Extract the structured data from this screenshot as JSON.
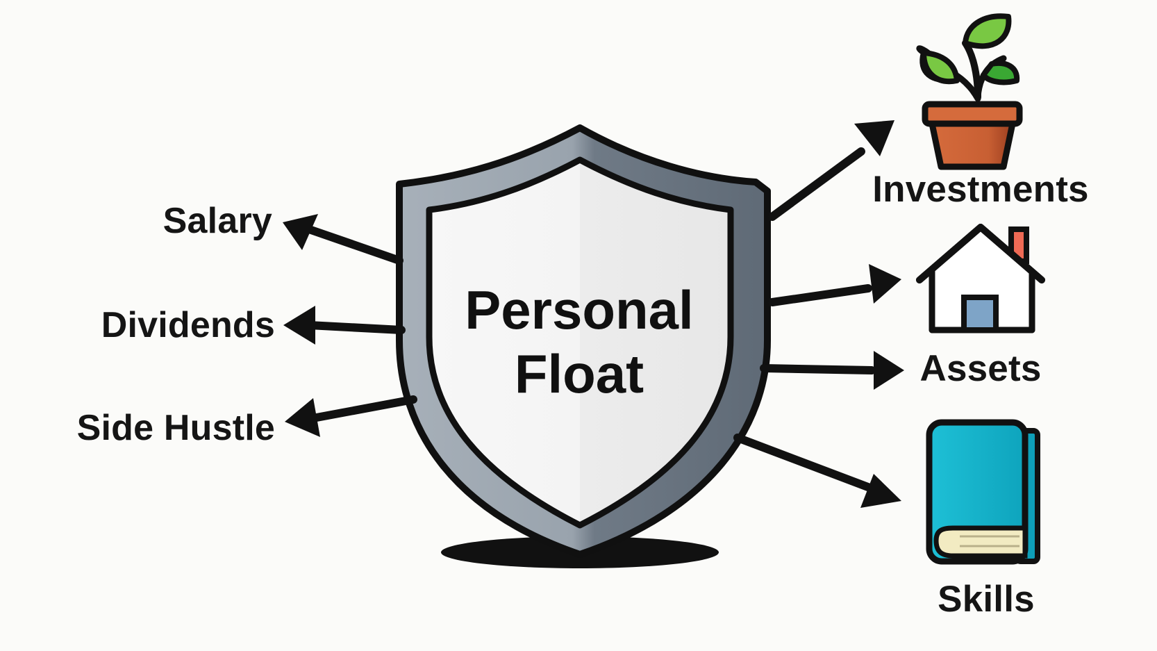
{
  "diagram": {
    "center": {
      "title_line1": "Personal",
      "title_line2": "Float",
      "icon": "shield-icon",
      "colors": {
        "shield_outer": "#8f9aa5",
        "shield_inner": "#f0f1f2",
        "outline": "#101010"
      }
    },
    "inflows": [
      {
        "label": "Salary"
      },
      {
        "label": "Dividends"
      },
      {
        "label": "Side Hustle"
      }
    ],
    "outflows": [
      {
        "label": "Investments",
        "icon": "plant-pot-icon"
      },
      {
        "label": "Assets",
        "icon": "house-icon"
      },
      {
        "label": "Skills",
        "icon": "book-icon"
      }
    ],
    "colors": {
      "background": "#fbfbf9",
      "arrow": "#111111",
      "pot": "#d56b3c",
      "leaf": "#79c843",
      "book": "#13b7cf",
      "house_door": "#7ea4c7",
      "chimney": "#ef6a55"
    }
  }
}
